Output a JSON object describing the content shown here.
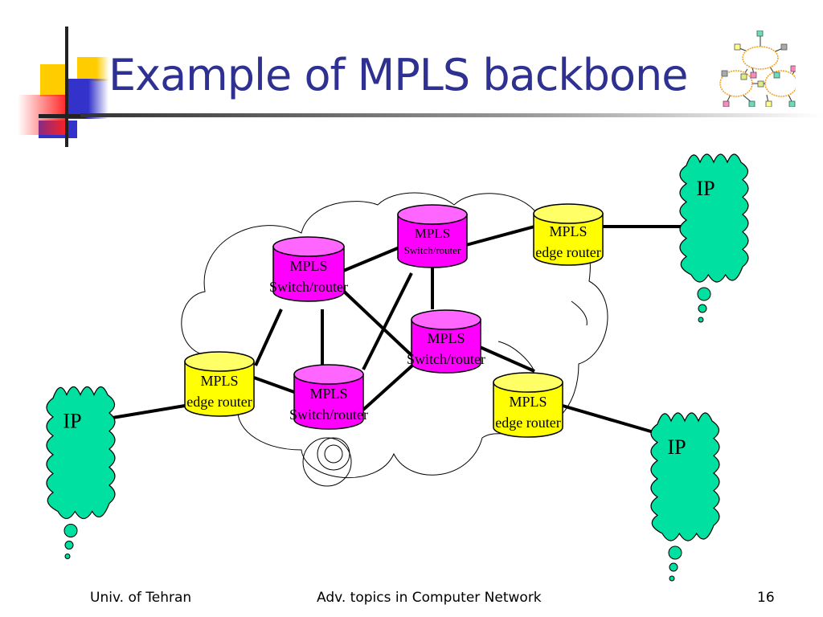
{
  "slide": {
    "title": "Example of MPLS backbone",
    "footer": {
      "left": "Univ. of Tehran",
      "center": "Adv. topics in Computer Network",
      "page_number": "16"
    }
  },
  "colors": {
    "title": "#2e3192",
    "switch_router_fill": "#ff00ff",
    "edge_router_fill": "#ffff00",
    "ip_cloud_fill": "#00e0a0"
  },
  "diagram": {
    "nodes": [
      {
        "id": "sw1",
        "type": "switch_router",
        "line1": "MPLS",
        "line2": "Switch/router"
      },
      {
        "id": "sw2",
        "type": "switch_router",
        "line1": "MPLS",
        "line2": "Switch/router"
      },
      {
        "id": "sw3",
        "type": "switch_router",
        "line1": "MPLS",
        "line2": "Switch/router"
      },
      {
        "id": "sw4",
        "type": "switch_router",
        "line1": "MPLS",
        "line2": "Switch/router"
      },
      {
        "id": "er1",
        "type": "edge_router",
        "line1": "MPLS",
        "line2": "edge router"
      },
      {
        "id": "er2",
        "type": "edge_router",
        "line1": "MPLS",
        "line2": "edge router"
      },
      {
        "id": "er3",
        "type": "edge_router",
        "line1": "MPLS",
        "line2": "edge router"
      },
      {
        "id": "ip1",
        "type": "ip_cloud",
        "label": "IP"
      },
      {
        "id": "ip2",
        "type": "ip_cloud",
        "label": "IP"
      },
      {
        "id": "ip3",
        "type": "ip_cloud",
        "label": "IP"
      }
    ],
    "links": [
      [
        "sw1",
        "sw2"
      ],
      [
        "sw1",
        "sw4"
      ],
      [
        "sw1",
        "sw3"
      ],
      [
        "sw1",
        "er2"
      ],
      [
        "sw2",
        "er1"
      ],
      [
        "sw2",
        "sw3"
      ],
      [
        "sw2",
        "sw4"
      ],
      [
        "sw3",
        "sw4"
      ],
      [
        "sw3",
        "er3"
      ],
      [
        "sw4",
        "er2"
      ],
      [
        "er1",
        "ip1"
      ],
      [
        "er2",
        "ip2"
      ],
      [
        "er3",
        "ip3"
      ]
    ]
  }
}
